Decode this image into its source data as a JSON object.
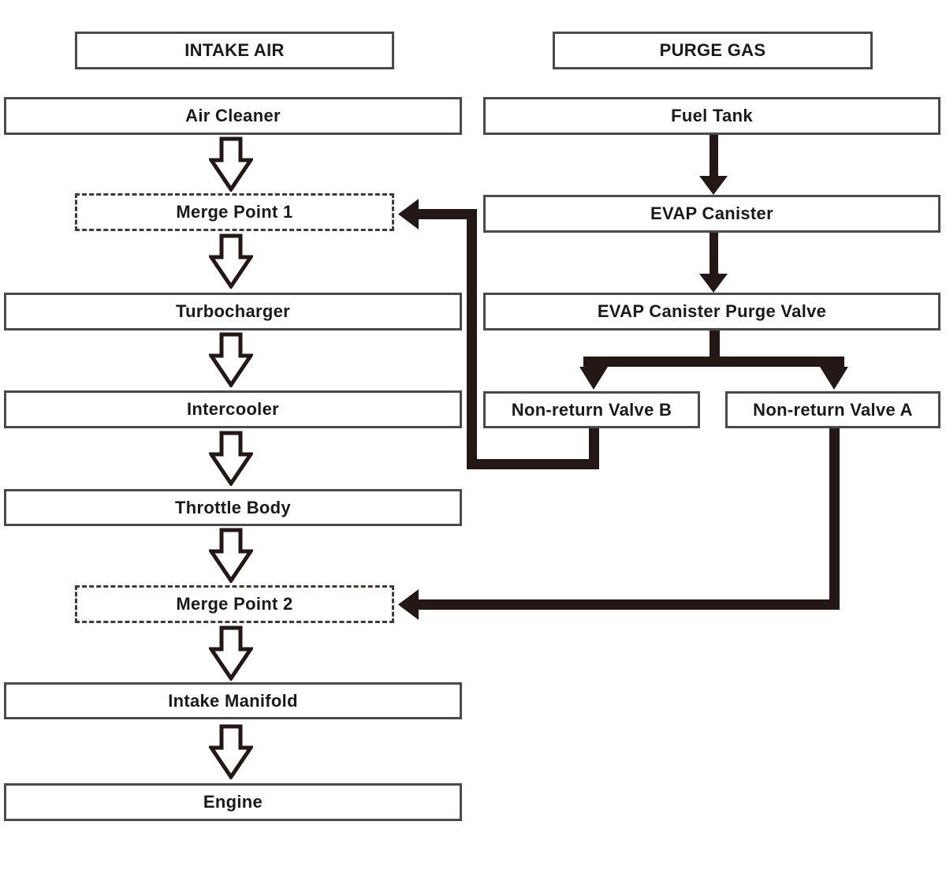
{
  "headers": {
    "intake": "INTAKE AIR",
    "purge": "PURGE GAS"
  },
  "nodes": {
    "air_cleaner": "Air Cleaner",
    "merge_point_1": "Merge Point 1",
    "turbocharger": "Turbocharger",
    "intercooler": "Intercooler",
    "throttle_body": "Throttle Body",
    "merge_point_2": "Merge Point 2",
    "intake_manifold": "Intake Manifold",
    "engine": "Engine",
    "fuel_tank": "Fuel Tank",
    "evap_canister": "EVAP Canister",
    "evap_canister_purge_valve": "EVAP Canister Purge Valve",
    "non_return_valve_b": "Non-return Valve B",
    "non_return_valve_a": "Non-return Valve A"
  },
  "edges": [
    {
      "from": "Air Cleaner",
      "to": "Merge Point 1",
      "style": "hollow-arrow"
    },
    {
      "from": "Merge Point 1",
      "to": "Turbocharger",
      "style": "hollow-arrow"
    },
    {
      "from": "Turbocharger",
      "to": "Intercooler",
      "style": "hollow-arrow"
    },
    {
      "from": "Intercooler",
      "to": "Throttle Body",
      "style": "hollow-arrow"
    },
    {
      "from": "Throttle Body",
      "to": "Merge Point 2",
      "style": "hollow-arrow"
    },
    {
      "from": "Merge Point 2",
      "to": "Intake Manifold",
      "style": "hollow-arrow"
    },
    {
      "from": "Intake Manifold",
      "to": "Engine",
      "style": "hollow-arrow"
    },
    {
      "from": "Fuel Tank",
      "to": "EVAP Canister",
      "style": "solid-arrow"
    },
    {
      "from": "EVAP Canister",
      "to": "EVAP Canister Purge Valve",
      "style": "solid-arrow"
    },
    {
      "from": "EVAP Canister Purge Valve",
      "to": "Non-return Valve B",
      "style": "solid-arrow"
    },
    {
      "from": "EVAP Canister Purge Valve",
      "to": "Non-return Valve A",
      "style": "solid-arrow"
    },
    {
      "from": "Non-return Valve B",
      "to": "Merge Point 1",
      "style": "solid-arrow"
    },
    {
      "from": "Non-return Valve A",
      "to": "Merge Point 2",
      "style": "solid-arrow"
    }
  ],
  "colors": {
    "connector": "#231815",
    "box_border": "#4a4a4a",
    "dashed_border": "#433a36",
    "text": "#1a1a1a",
    "background": "#ffffff"
  }
}
